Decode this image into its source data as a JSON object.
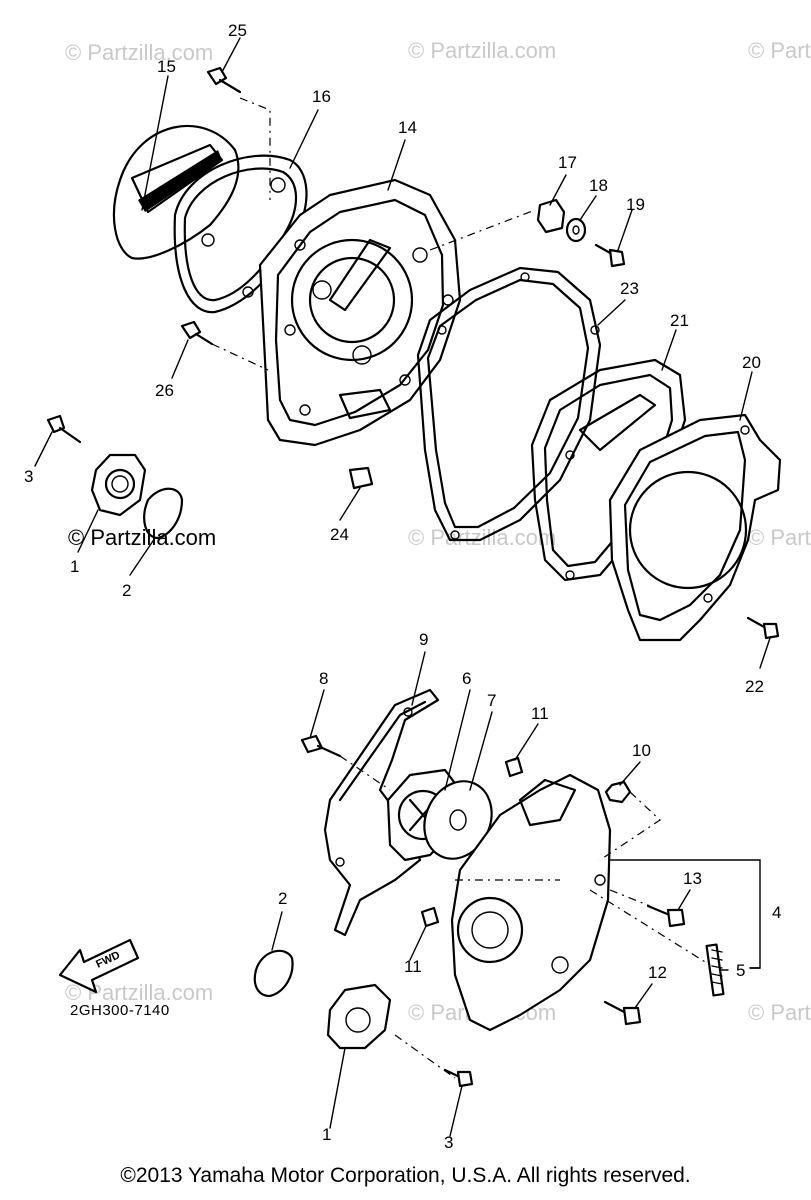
{
  "watermark": "© Partzilla.com",
  "callouts": [
    "1",
    "2",
    "3",
    "4",
    "5",
    "6",
    "7",
    "8",
    "9",
    "10",
    "11",
    "12",
    "13",
    "14",
    "15",
    "16",
    "17",
    "18",
    "19",
    "20",
    "21",
    "22",
    "23",
    "24",
    "25",
    "26"
  ],
  "part_code": "2GH300-7140",
  "fwd_label": "FWD",
  "copyright": "©2013 Yamaha Motor Corporation, U.S.A. All rights reserved.",
  "colors": {
    "line": "#000000",
    "background": "#ffffff",
    "watermark": "#c9c9c9"
  }
}
